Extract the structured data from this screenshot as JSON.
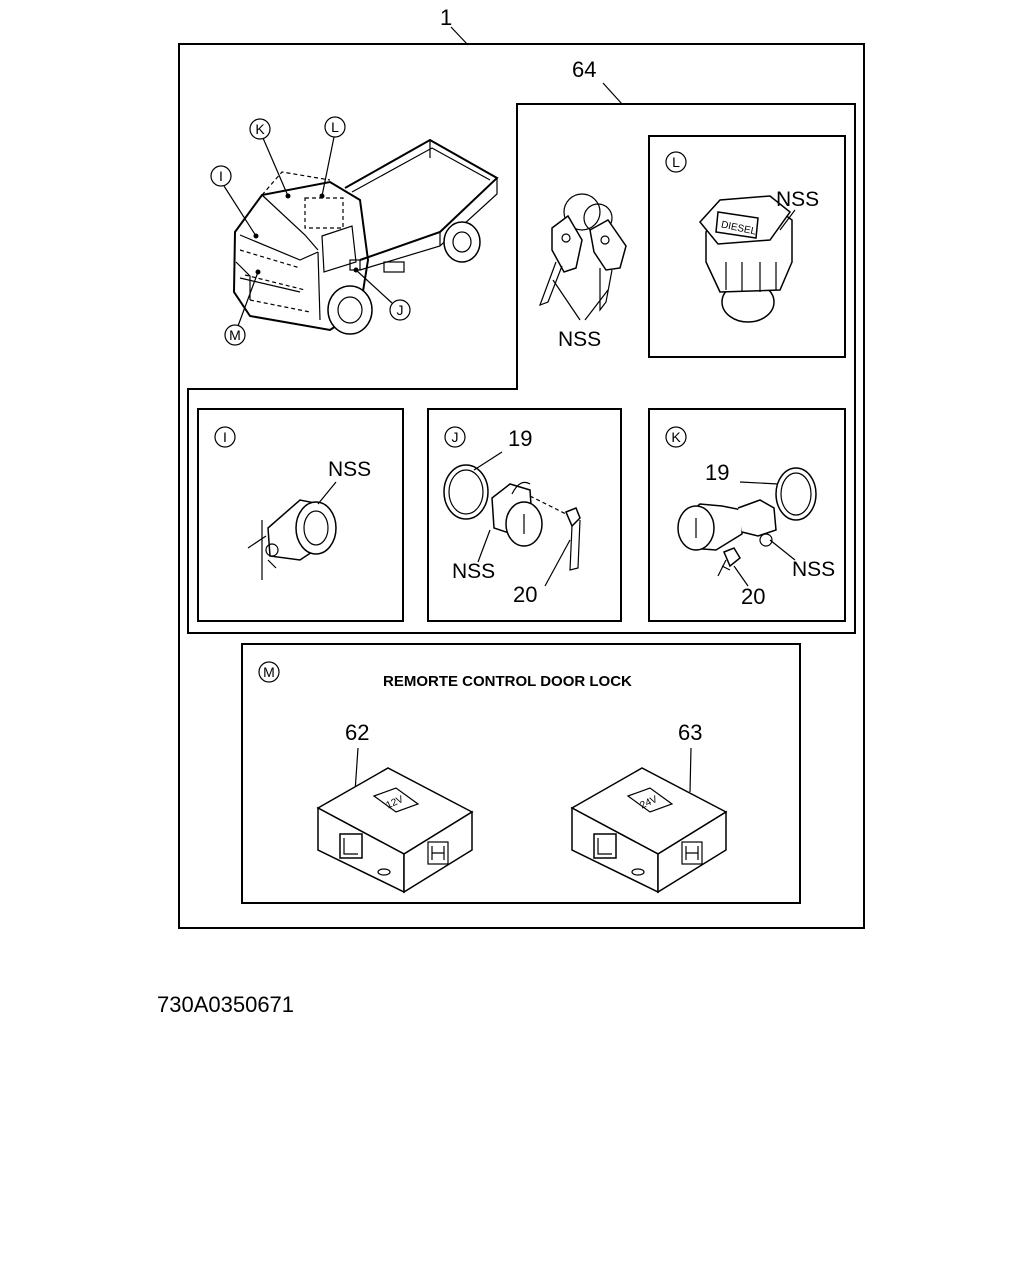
{
  "diagram": {
    "assembly_number": "1",
    "key_set_number": "64",
    "panels": {
      "truck": {
        "letters": [
          "K",
          "L",
          "I",
          "J",
          "M"
        ]
      },
      "L": {
        "letter": "L",
        "labels": [
          "NSS"
        ]
      },
      "keys": {
        "labels": [
          "NSS"
        ]
      },
      "I": {
        "letter": "I",
        "labels": [
          "NSS"
        ]
      },
      "J": {
        "letter": "J",
        "labels": [
          "19",
          "NSS",
          "20"
        ]
      },
      "K": {
        "letter": "K",
        "labels": [
          "19",
          "NSS",
          "20"
        ]
      },
      "M": {
        "letter": "M",
        "title": "REMORTE CONTROL DOOR LOCK",
        "units": [
          {
            "number": "62",
            "voltage": "12V"
          },
          {
            "number": "63",
            "voltage": "24V"
          }
        ]
      }
    },
    "key_tag_text": "DIESEL",
    "drawing_number": "730A0350671"
  }
}
